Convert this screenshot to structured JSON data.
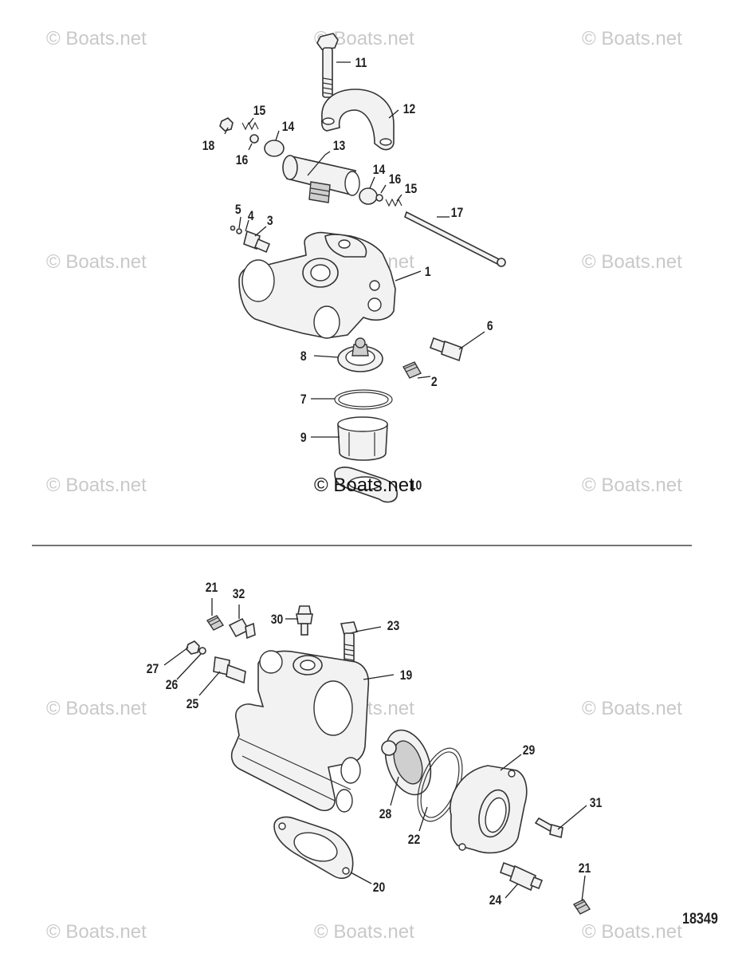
{
  "watermarks": {
    "text": "© Boats.net",
    "center_text": "© Boats.net"
  },
  "diagram_number": "18349",
  "top_labels": {
    "l11": "11",
    "l12": "12",
    "l15a": "15",
    "l14a": "14",
    "l13": "13",
    "l18": "18",
    "l16a": "16",
    "l14b": "14",
    "l16b": "16",
    "l15b": "15",
    "l17": "17",
    "l5": "5",
    "l4": "4",
    "l3": "3",
    "l1": "1",
    "l6": "6",
    "l8": "8",
    "l2": "2",
    "l7": "7",
    "l9": "9",
    "l10": "10"
  },
  "bottom_labels": {
    "l21a": "21",
    "l32": "32",
    "l30": "30",
    "l23": "23",
    "l27": "27",
    "l26": "26",
    "l25": "25",
    "l19": "19",
    "l29": "29",
    "l31": "31",
    "l28": "28",
    "l22": "22",
    "l21b": "21",
    "l24": "24",
    "l20": "20"
  },
  "colors": {
    "watermark": "#c9c9c9",
    "linework": "#333333",
    "divider": "#222222"
  }
}
